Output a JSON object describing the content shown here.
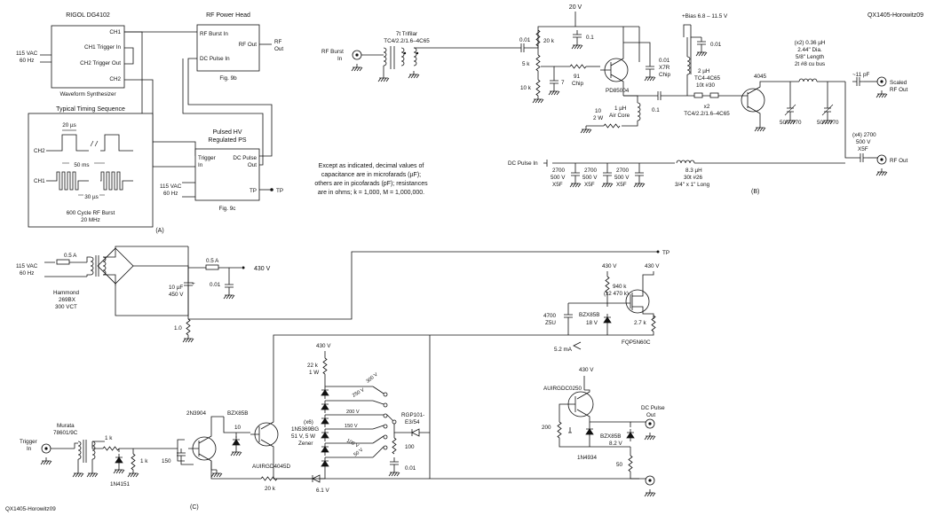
{
  "figure_ids": {
    "top_right": "QX1405-Horowitz09",
    "bottom_left": "QX1405-Horowitz09"
  },
  "panels": {
    "a": "(A)",
    "b": "(B)",
    "c": "(C)"
  },
  "panel_a": {
    "synth": {
      "title": "RIGOL DG4102",
      "ch1": "CH1",
      "ch1_trig": "CH1 Trigger In",
      "ch2_trig": "CH2 Trigger Out",
      "ch2": "CH2",
      "caption": "Waveform Synthesizer"
    },
    "mains_left": {
      "l1": "115 VAC",
      "l2": "60 Hz"
    },
    "rf_head": {
      "title": "RF Power Head",
      "burst_in": "RF Burst In",
      "rf_out": "RF Out",
      "dc_pulse_in": "DC Pulse In",
      "fig": "Fig. 9b",
      "out_label_1": "RF",
      "out_label_2": "Out"
    },
    "hv_ps": {
      "title_1": "Pulsed HV",
      "title_2": "Regulated PS",
      "trigger": "Trigger",
      "in": "In",
      "dc_pulse": "DC Pulse",
      "out": "Out",
      "tp": "TP",
      "fig": "Fig. 9c",
      "mains_1": "115 VAC",
      "mains_2": "60 Hz",
      "tp_out": "TP"
    },
    "timing": {
      "title": "Typical Timing Sequence",
      "t20": "20 µs",
      "t50": "50 ms",
      "t30": "30 µs",
      "ch2": "CH2",
      "ch1": "CH1",
      "foot1": "600 Cycle RF Burst",
      "foot2": "20 MHz"
    }
  },
  "note": {
    "l1": "Except as indicated, decimal values of",
    "l2": "capacitance are in microfarads (µF);",
    "l3": "others are in picofarads (pF); resistances",
    "l4": "are in ohms; k = 1,000, M = 1,000,000."
  },
  "panel_b": {
    "rf_burst_in_1": "RF Burst",
    "rf_burst_in_2": "In",
    "xfmr_1": "7t Trifilar",
    "xfmr_2": "TC4/2.2/1.6–4C65",
    "v20": "20 V",
    "c001a": "0.01",
    "r20k": "20 k",
    "c01a": "0.1",
    "r5k": "5 k",
    "r91": "91",
    "chip": "Chip",
    "c7": "7",
    "r10k": "10 k",
    "pd": "PD85004",
    "c001x_1": "0.01",
    "c001x_2": "X7R",
    "c001x_3": "Chip",
    "r10_1": "10",
    "r10_2": "2 W",
    "l1u_1": "1 µH",
    "l1u_2": "Air Core",
    "c01b": "0.1",
    "bias": "+Bias 6.8 – 11.5 V",
    "c001b": "0.01",
    "l2u_1": "2 µH",
    "l2u_2": "TC4-4C65",
    "l2u_3": "10t #30",
    "x2_1": "x2",
    "x2_2": "TC4/2.2/1.6–4C65",
    "q4045": "4045",
    "coil_1": "(x2) 0.36 µH",
    "coil_2": "2.44\" Dia.",
    "coil_3": "5/8\" Length",
    "coil_4": "2t #8 cu bus",
    "trim1": "50 – 770",
    "trim2": "50 – 770",
    "c11p": "~11 pF",
    "scaled_1": "Scaled",
    "scaled_2": "RF Out",
    "x4_1": "(x4) 2700",
    "x4_2": "500 V",
    "x4_3": "X5F",
    "rf_out": "RF Out",
    "dc_pulse_in": "DC Pulse In",
    "cap_v": "2700",
    "cap_v2": "500 V",
    "cap_v3": "X5F",
    "l83_1": "8.3 µH",
    "l83_2": "30t #26",
    "l83_3": "3/4\" x 1\" Long"
  },
  "panel_c": {
    "mains_1": "115 VAC",
    "mains_2": "60 Hz",
    "fuse1": "0.5 A",
    "fuse2": "0.5 A",
    "v430": "430 V",
    "xfmr_1": "Hammond",
    "xfmr_2": "269BX",
    "xfmr_3": "300 VCT",
    "c10_1": "10 µF",
    "c10_2": "450 V",
    "c001": "0.01",
    "r10": "1.0",
    "tp": "TP",
    "v430b": "430 V",
    "v430c": "430 V",
    "r940_1": "940 k",
    "r940_2": "(x2 470 k)",
    "c4700_1": "4700",
    "c4700_2": "Z5U",
    "bzx_1": "BZX85B",
    "bzx_2": "18 V",
    "r27k": "2.7 k",
    "mosfet": "FQP5N60C",
    "i52": "5.2 mA",
    "v430d": "430 V",
    "r22k_1": "22 k",
    "r22k_2": "1 W",
    "z_1": "(x6)",
    "z_2": "1N5369BG",
    "z_3": "51 V, 5 W",
    "z_4": "Zener",
    "sw300": "300 V",
    "sw250": "250 V",
    "sw200": "200 V",
    "sw150": "150 V",
    "sw100": "100 V",
    "sw50": "50 V",
    "rgp_1": "RGP101-",
    "rgp_2": "E3/54",
    "r100": "100",
    "c001b": "0.01",
    "trigger_1": "Trigger",
    "trigger_2": "In",
    "murata_1": "Murata",
    "murata_2": "78601/9C",
    "r1k": "1 k",
    "r1kb": "1 k",
    "d1n4151": "1N4151",
    "q2n": "2N3904",
    "r150": "150",
    "bzx85b": "BZX85B",
    "r10b": "10",
    "igbt": "AUIRGD4045D",
    "r20k": "20 k",
    "z61": "6.1 V",
    "v430e": "430 V",
    "auir": "AUIRGDC0250",
    "r200": "200",
    "d1n4934": "1N4934",
    "bzx82_1": "BZX85B",
    "bzx82_2": "8.2 V",
    "r50": "50",
    "dcp_1": "DC Pulse",
    "dcp_2": "Out"
  }
}
